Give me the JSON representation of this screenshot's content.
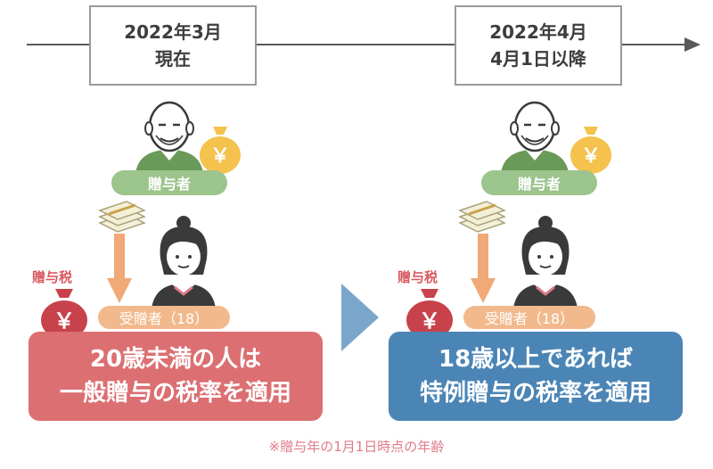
{
  "timeline": {
    "left": {
      "line1": "2022年3月",
      "line2": "現在"
    },
    "right": {
      "line1": "2022年4月",
      "line2": "4月1日以降"
    }
  },
  "labels": {
    "giver": "贈与者",
    "receiver": "受贈者（18）",
    "gift_tax": "贈与税",
    "yen": "￥"
  },
  "results": {
    "left": {
      "line1": "20歳未満の人は",
      "line2": "一般贈与の税率を適用"
    },
    "right": {
      "line1": "18歳以上であれば",
      "line2": "特例贈与の税率を適用"
    }
  },
  "note": "※贈与年の1月1日時点の年齢",
  "colors": {
    "giver_pill": "#9cc48d",
    "receiver_pill": "#f2b98c",
    "left_result": "#dc6f72",
    "right_result": "#4b85b5",
    "arrow": "#7aa6cb",
    "gift_arrow": "#f0a977",
    "yen_bag": "#f4c24d",
    "tax_bag": "#c8424b"
  }
}
